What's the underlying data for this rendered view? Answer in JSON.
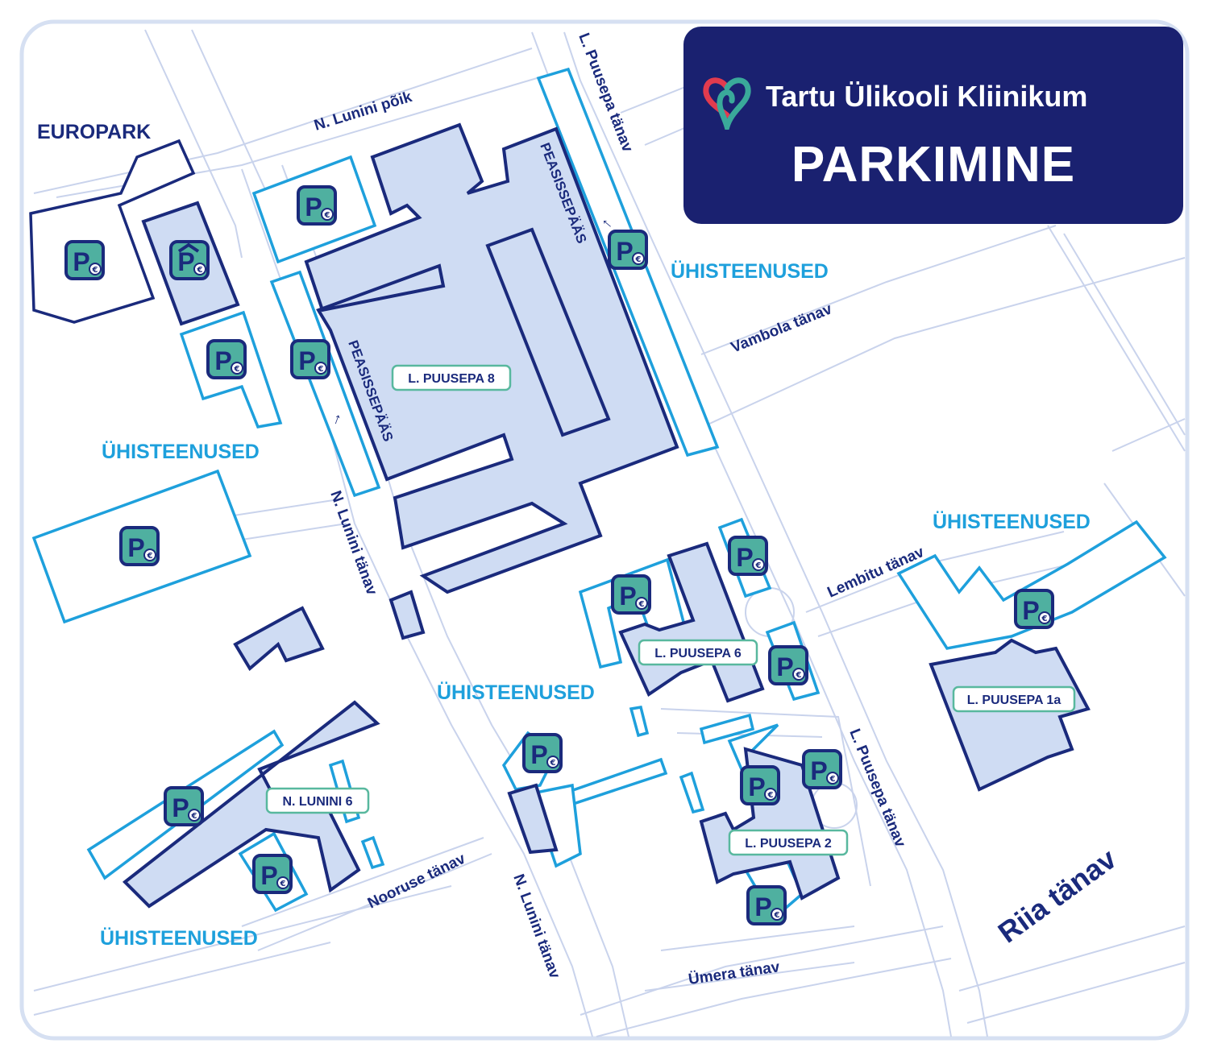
{
  "header": {
    "organization": "Tartu Ülikooli Kliinikum",
    "title": "PARKIMINE"
  },
  "colors": {
    "navy": "#1a2a7c",
    "header_bg": "#1a2170",
    "service_blue": "#1ea0dc",
    "building_fill": "#cfdcf3",
    "parking_teal": "#4fb0a0",
    "logo_red": "#e23b4e",
    "logo_teal": "#3aa99a"
  },
  "streets": {
    "lunini_poik": "N. Lunini põik",
    "puusepa_top": "L. Puusepa tänav",
    "vambola": "Vambola tänav",
    "lunini_mid": "N. Lunini tänav",
    "lunini_low": "N. Lunini tänav",
    "lembitu": "Lembitu tänav",
    "puusepa_bottom": "L. Puusepa tänav",
    "nooruse": "Nooruse tänav",
    "umera": "Ümera tänav",
    "riia": "Riia tänav"
  },
  "places": {
    "europark": "EUROPARK",
    "services": [
      "ÜHISTEENUSED",
      "ÜHISTEENUSED",
      "ÜHISTEENUSED",
      "ÜHISTEENUSED",
      "ÜHISTEENUSED"
    ],
    "entrances": [
      "PEASISSEPÄÄS",
      "PEASISSEPÄÄS"
    ],
    "arrows": [
      "←",
      "↑"
    ]
  },
  "buildings": {
    "puusepa8": "L. PUUSEPA 8",
    "puusepa6": "L. PUUSEPA 6",
    "puusepa1a": "L. PUUSEPA 1a",
    "puusepa2": "L. PUUSEPA 2",
    "lunini6": "N. LUNINI 6"
  },
  "parking": {
    "letter": "P",
    "paid_symbol": "€",
    "covered_symbol": "^",
    "icons": [
      "paid-parking-icon",
      "covered-paid-parking-icon",
      "paid-parking-icon",
      "paid-parking-icon",
      "paid-parking-icon",
      "paid-parking-icon",
      "paid-parking-icon",
      "paid-parking-icon",
      "paid-parking-icon",
      "paid-parking-icon",
      "paid-parking-icon",
      "paid-parking-icon",
      "paid-parking-icon",
      "paid-parking-icon",
      "paid-parking-icon",
      "paid-parking-icon",
      "paid-parking-icon",
      "paid-parking-icon"
    ]
  }
}
